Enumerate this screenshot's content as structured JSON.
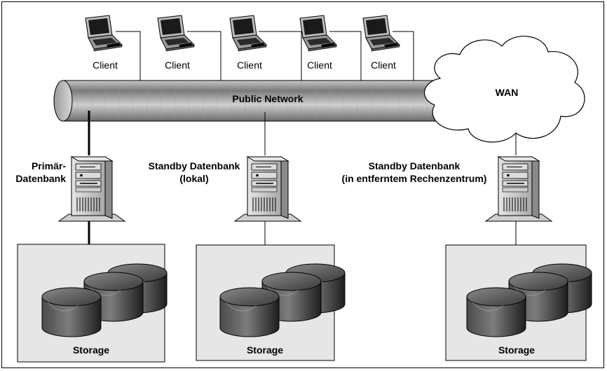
{
  "diagram": {
    "clients": [
      "Client",
      "Client",
      "Client",
      "Client",
      "Client"
    ],
    "network_label": "Public Network",
    "wan_label": "WAN",
    "servers": [
      {
        "line1": "Primär-",
        "line2": "Datenbank"
      },
      {
        "line1": "Standby Datenbank",
        "line2": "(lokal)"
      },
      {
        "line1": "Standby Datenbank",
        "line2": "(in entferntem Rechenzentrum)"
      }
    ],
    "storage_labels": [
      "Storage",
      "Storage",
      "Storage"
    ]
  }
}
